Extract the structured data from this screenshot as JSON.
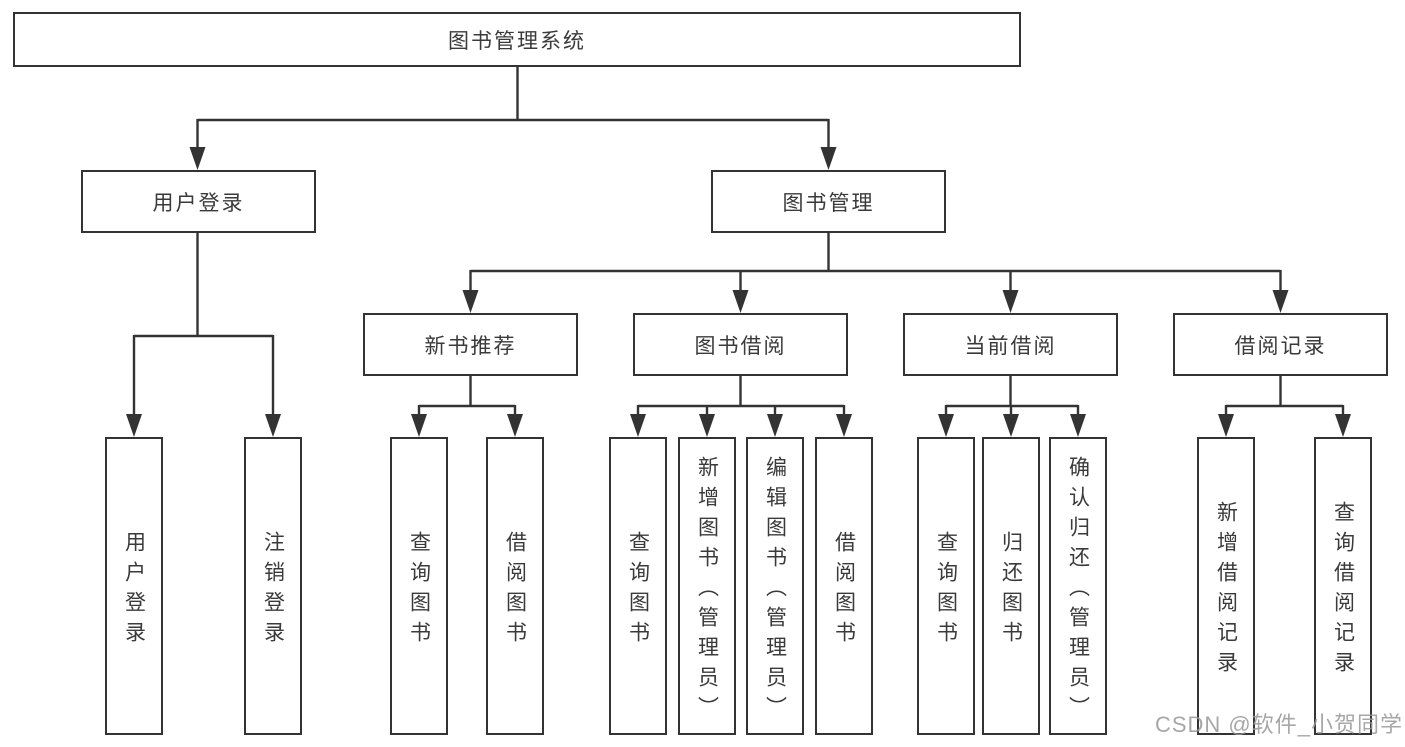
{
  "diagram": {
    "title_hint": "library-management-system-function-structure",
    "root": {
      "label": "图书管理系统"
    },
    "branches": [
      {
        "label": "用户登录",
        "children": [
          {
            "label": "用户登录"
          },
          {
            "label": "注销登录"
          }
        ]
      },
      {
        "label": "图书管理",
        "children": [
          {
            "label": "新书推荐",
            "children": [
              {
                "label": "查询图书"
              },
              {
                "label": "借阅图书"
              }
            ]
          },
          {
            "label": "图书借阅",
            "children": [
              {
                "label": "查询图书"
              },
              {
                "label": "新增图书（管理员）"
              },
              {
                "label": "编辑图书（管理员）"
              },
              {
                "label": "借阅图书"
              }
            ]
          },
          {
            "label": "当前借阅",
            "children": [
              {
                "label": "查询图书"
              },
              {
                "label": "归还图书"
              },
              {
                "label": "确认归还（管理员）"
              }
            ]
          },
          {
            "label": "借阅记录",
            "children": [
              {
                "label": "新增借阅记录"
              },
              {
                "label": "查询借阅记录"
              }
            ]
          }
        ]
      }
    ]
  },
  "watermark": {
    "text": "CSDN @软件_小贺同学"
  },
  "colors": {
    "line": "#333333",
    "box_border": "#333333",
    "text": "#3a3a3a",
    "background": "#ffffff",
    "watermark": "#989898"
  }
}
